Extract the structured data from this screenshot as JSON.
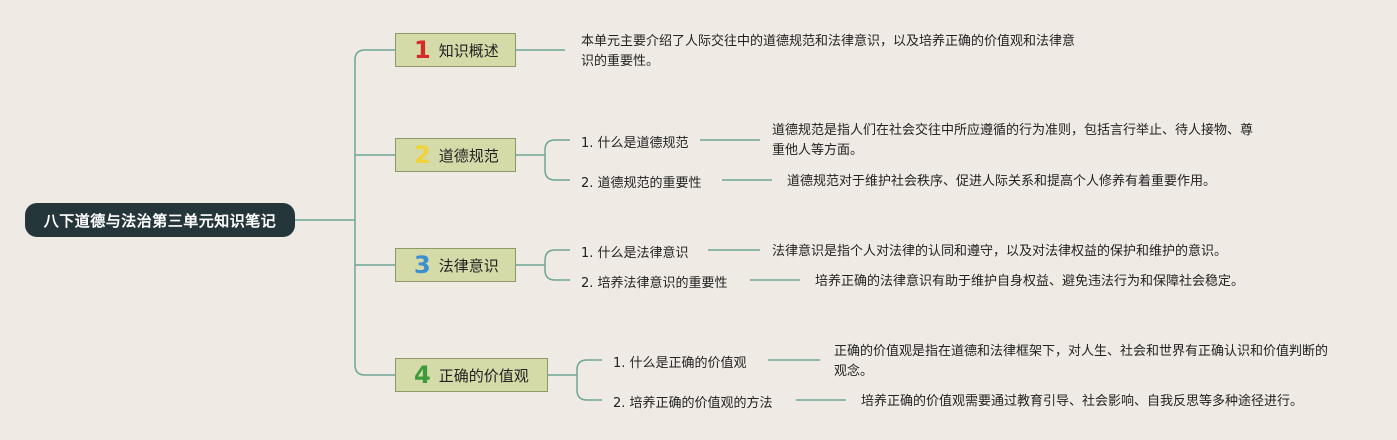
{
  "root": {
    "title": "八下道德与法治第三单元知识笔记"
  },
  "colors": {
    "line": "#6fa595",
    "root_bg": "#25363b",
    "topic_bg": "#d5dba8",
    "topic_border": "#8c9a6a",
    "num1": "#d82a2a",
    "num2": "#f0d23a",
    "num3": "#3a8fd0",
    "num4": "#3d9b3a"
  },
  "topics": [
    {
      "num": "1",
      "label": "知识概述",
      "detail": "本单元主要介绍了人际交往中的道德规范和法律意识，以及培养正确的价值观和法律意识的重要性。"
    },
    {
      "num": "2",
      "label": "道德规范",
      "subs": [
        {
          "label": "1. 什么是道德规范",
          "detail": "道德规范是指人们在社会交往中所应遵循的行为准则，包括言行举止、待人接物、尊重他人等方面。"
        },
        {
          "label": "2. 道德规范的重要性",
          "detail": "道德规范对于维护社会秩序、促进人际关系和提高个人修养有着重要作用。"
        }
      ]
    },
    {
      "num": "3",
      "label": "法律意识",
      "subs": [
        {
          "label": "1. 什么是法律意识",
          "detail": "法律意识是指个人对法律的认同和遵守，以及对法律权益的保护和维护的意识。"
        },
        {
          "label": "2. 培养法律意识的重要性",
          "detail": "培养正确的法律意识有助于维护自身权益、避免违法行为和保障社会稳定。"
        }
      ]
    },
    {
      "num": "4",
      "label": "正确的价值观",
      "subs": [
        {
          "label": "1. 什么是正确的价值观",
          "detail": "正确的价值观是指在道德和法律框架下，对人生、社会和世界有正确认识和价值判断的观念。"
        },
        {
          "label": "2. 培养正确的价值观的方法",
          "detail": "培养正确的价值观需要通过教育引导、社会影响、自我反思等多种途径进行。"
        }
      ]
    }
  ]
}
